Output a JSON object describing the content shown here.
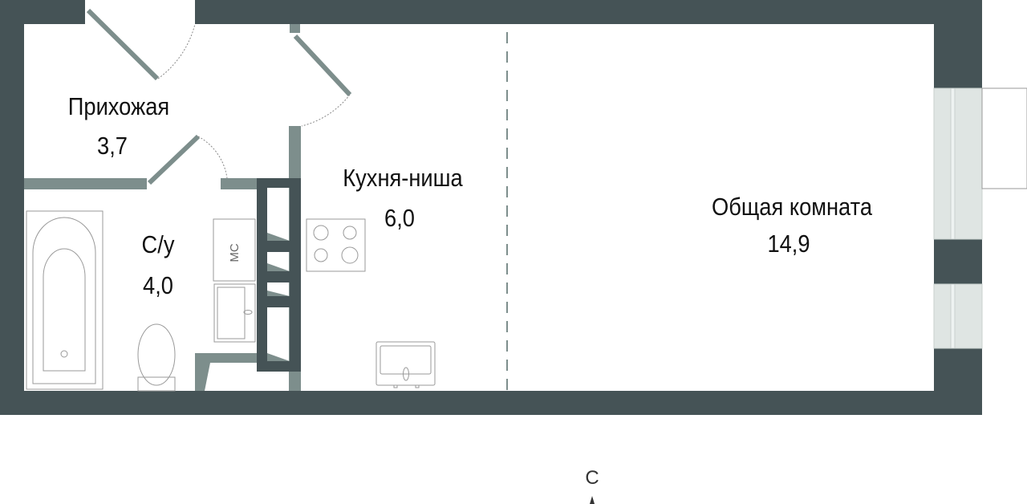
{
  "plan": {
    "rooms": [
      {
        "name": "Прихожая",
        "area": "3,7"
      },
      {
        "name": "С/у",
        "area": "4,0"
      },
      {
        "name": "Кухня-ниша",
        "area": "6,0"
      },
      {
        "name": "Общая комната",
        "area": "14,9"
      }
    ],
    "fixtures": {
      "mc_label": "МС"
    },
    "compass": "С"
  },
  "colors": {
    "wall": "#455356",
    "partition": "#7d8e8c",
    "window": "#dfe5e3",
    "line": "#9a9a9a"
  }
}
